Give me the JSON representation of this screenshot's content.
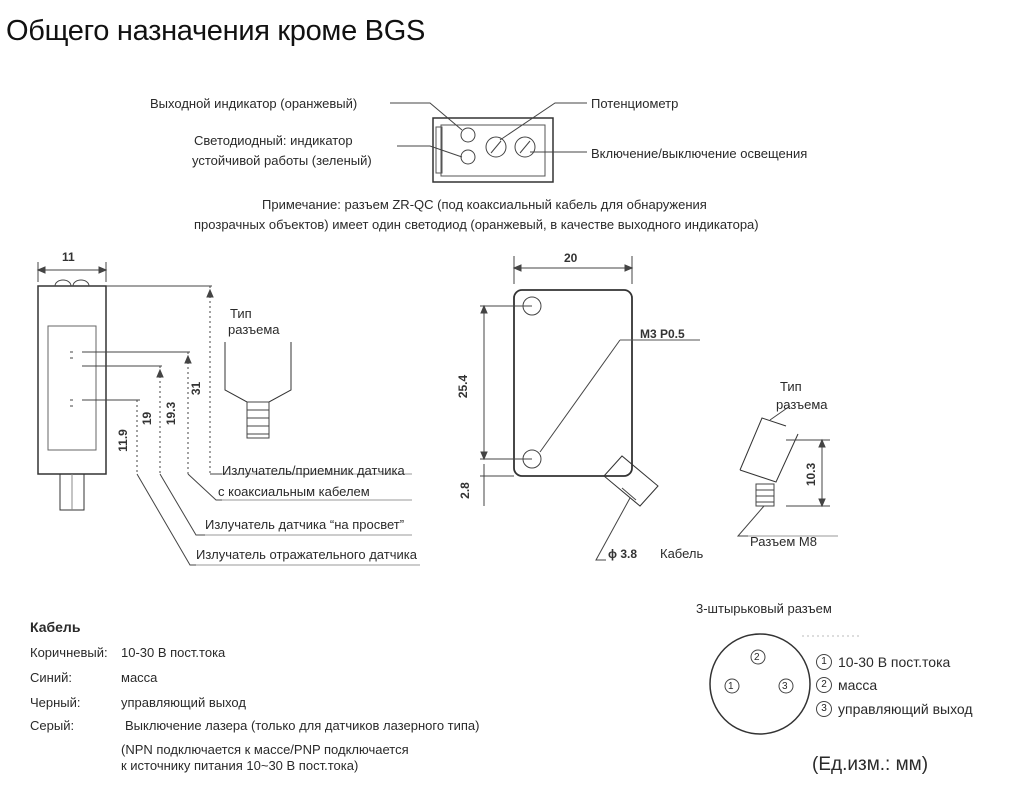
{
  "title": "Общего назначения кроме BGS",
  "top_view": {
    "label_output_indicator": "Выходной индикатор (оранжевый)",
    "label_led_line1": "Светодиодный: индикатор",
    "label_led_line2": "устойчивой работы (зеленый)",
    "label_potentiometer": "Потенциометр",
    "label_light_switch": "Включение/выключение освещения",
    "note_line1": "Примечание: разъем ZR-QC (под коаксиальный кабель для обнаружения",
    "note_line2": "прозрачных объектов) имеет один светодиод (оранжевый, в качестве выходного индикатора)"
  },
  "side_view": {
    "dim_width": "11",
    "dim_31": "31",
    "dim_19_3": "19.3",
    "dim_19": "19",
    "dim_11_9": "11.9",
    "connector_type_line1": "Тип",
    "connector_type_line2": "разъема",
    "label_coax_line1": "Излучатель/приемник датчика",
    "label_coax_line2": "с коаксиальным кабелем",
    "label_through_beam": "Излучатель датчика “на просвет”",
    "label_reflective": "Излучатель отражательного датчика"
  },
  "front_view": {
    "dim_width": "20",
    "dim_25_4": "25.4",
    "dim_2_8": "2.8",
    "label_thread": "M3 P0.5",
    "label_cable_prefix": "ϕ 3.8",
    "label_cable": "Кабель"
  },
  "connector_view": {
    "type_line1": "Тип",
    "type_line2": "разъема",
    "dim_10_3": "10.3",
    "label_m8": "Разъем M8"
  },
  "cable": {
    "heading": "Кабель",
    "rows": [
      {
        "color": "Коричневый:",
        "value": "10-30 В пост.тока"
      },
      {
        "color": "Синий:",
        "value": "масса"
      },
      {
        "color": "Черный:",
        "value": "управляющий выход"
      },
      {
        "color": "Серый:",
        "value": "Выключение лазера (только для датчиков лазерного типа)"
      }
    ],
    "note_line1": "(NPN подключается к массе/PNP подключается",
    "note_line2": "к источнику питания 10~30 В пост.тока)"
  },
  "pin_connector": {
    "heading": "3-штырьковый разъем",
    "pins": [
      {
        "num": "1",
        "label": "10-30 В пост.тока"
      },
      {
        "num": "2",
        "label": "масса"
      },
      {
        "num": "3",
        "label": "управляющий выход"
      }
    ],
    "units": "(Ед.изм.: мм)"
  }
}
